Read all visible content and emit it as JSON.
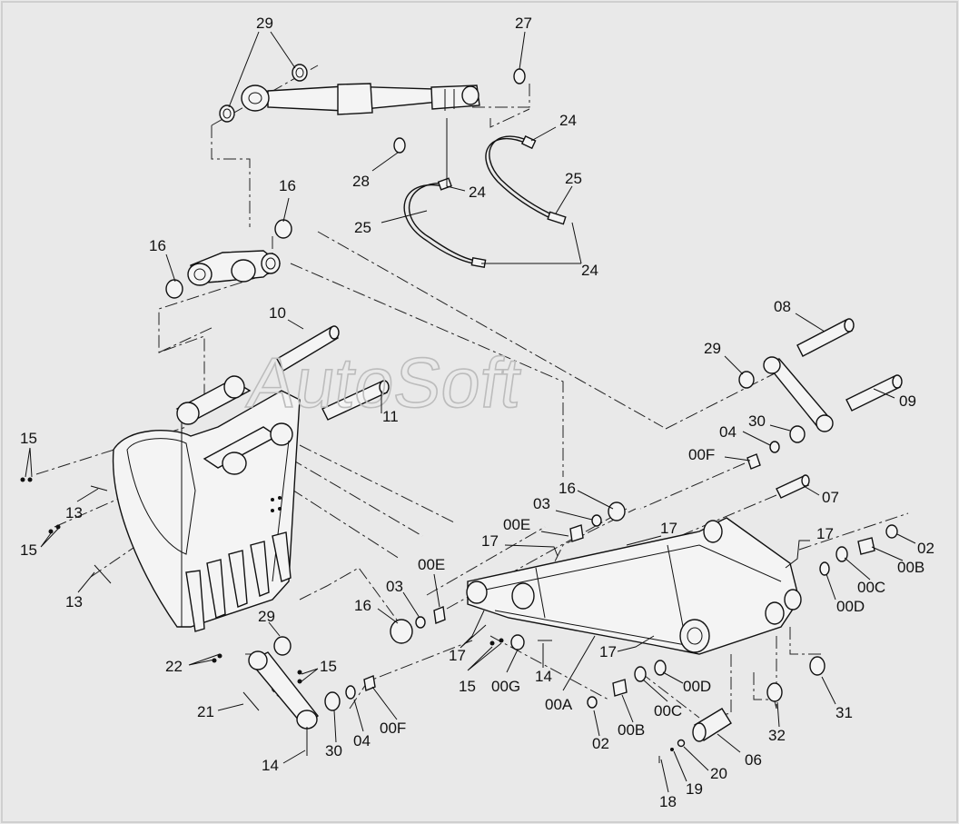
{
  "watermark": "AutoSoft",
  "labels": [
    {
      "id": "l29a",
      "text": "29"
    },
    {
      "id": "l27",
      "text": "27"
    },
    {
      "id": "l24a",
      "text": "24"
    },
    {
      "id": "l28",
      "text": "28"
    },
    {
      "id": "l24b",
      "text": "24"
    },
    {
      "id": "l25a",
      "text": "25"
    },
    {
      "id": "l25b",
      "text": "25"
    },
    {
      "id": "l24c",
      "text": "24"
    },
    {
      "id": "l16a",
      "text": "16"
    },
    {
      "id": "l16b",
      "text": "16"
    },
    {
      "id": "l10",
      "text": "10"
    },
    {
      "id": "l11",
      "text": "11"
    },
    {
      "id": "l08",
      "text": "08"
    },
    {
      "id": "l29b",
      "text": "29"
    },
    {
      "id": "l09",
      "text": "09"
    },
    {
      "id": "l30a",
      "text": "30"
    },
    {
      "id": "l04a",
      "text": "04"
    },
    {
      "id": "l00Fa",
      "text": "00F"
    },
    {
      "id": "l07",
      "text": "07"
    },
    {
      "id": "l15a",
      "text": "15"
    },
    {
      "id": "l13a",
      "text": "13"
    },
    {
      "id": "l15b",
      "text": "15"
    },
    {
      "id": "l13b",
      "text": "13"
    },
    {
      "id": "l16c",
      "text": "16"
    },
    {
      "id": "l03a",
      "text": "03"
    },
    {
      "id": "l00Ea",
      "text": "00E"
    },
    {
      "id": "l17a",
      "text": "17"
    },
    {
      "id": "l17b",
      "text": "17"
    },
    {
      "id": "l17c",
      "text": "17"
    },
    {
      "id": "l02a",
      "text": "02"
    },
    {
      "id": "l00Ba",
      "text": "00B"
    },
    {
      "id": "l00Ca",
      "text": "00C"
    },
    {
      "id": "l00Da",
      "text": "00D"
    },
    {
      "id": "l03b",
      "text": "03"
    },
    {
      "id": "l00Eb",
      "text": "00E"
    },
    {
      "id": "l16d",
      "text": "16"
    },
    {
      "id": "l29c",
      "text": "29"
    },
    {
      "id": "l22",
      "text": "22"
    },
    {
      "id": "l15c",
      "text": "15"
    },
    {
      "id": "l21",
      "text": "21"
    },
    {
      "id": "l14a",
      "text": "14"
    },
    {
      "id": "l30b",
      "text": "30"
    },
    {
      "id": "l04b",
      "text": "04"
    },
    {
      "id": "l00Fb",
      "text": "00F"
    },
    {
      "id": "l17d",
      "text": "17"
    },
    {
      "id": "l15d",
      "text": "15"
    },
    {
      "id": "l00G",
      "text": "00G"
    },
    {
      "id": "l14b",
      "text": "14"
    },
    {
      "id": "l17e",
      "text": "17"
    },
    {
      "id": "l00A",
      "text": "00A"
    },
    {
      "id": "l00Db",
      "text": "00D"
    },
    {
      "id": "l02b",
      "text": "02"
    },
    {
      "id": "l00Bb",
      "text": "00B"
    },
    {
      "id": "l00Cb",
      "text": "00C"
    },
    {
      "id": "l32",
      "text": "32"
    },
    {
      "id": "l31",
      "text": "31"
    },
    {
      "id": "l06",
      "text": "06"
    },
    {
      "id": "l20",
      "text": "20"
    },
    {
      "id": "l19",
      "text": "19"
    },
    {
      "id": "l18",
      "text": "18"
    }
  ]
}
